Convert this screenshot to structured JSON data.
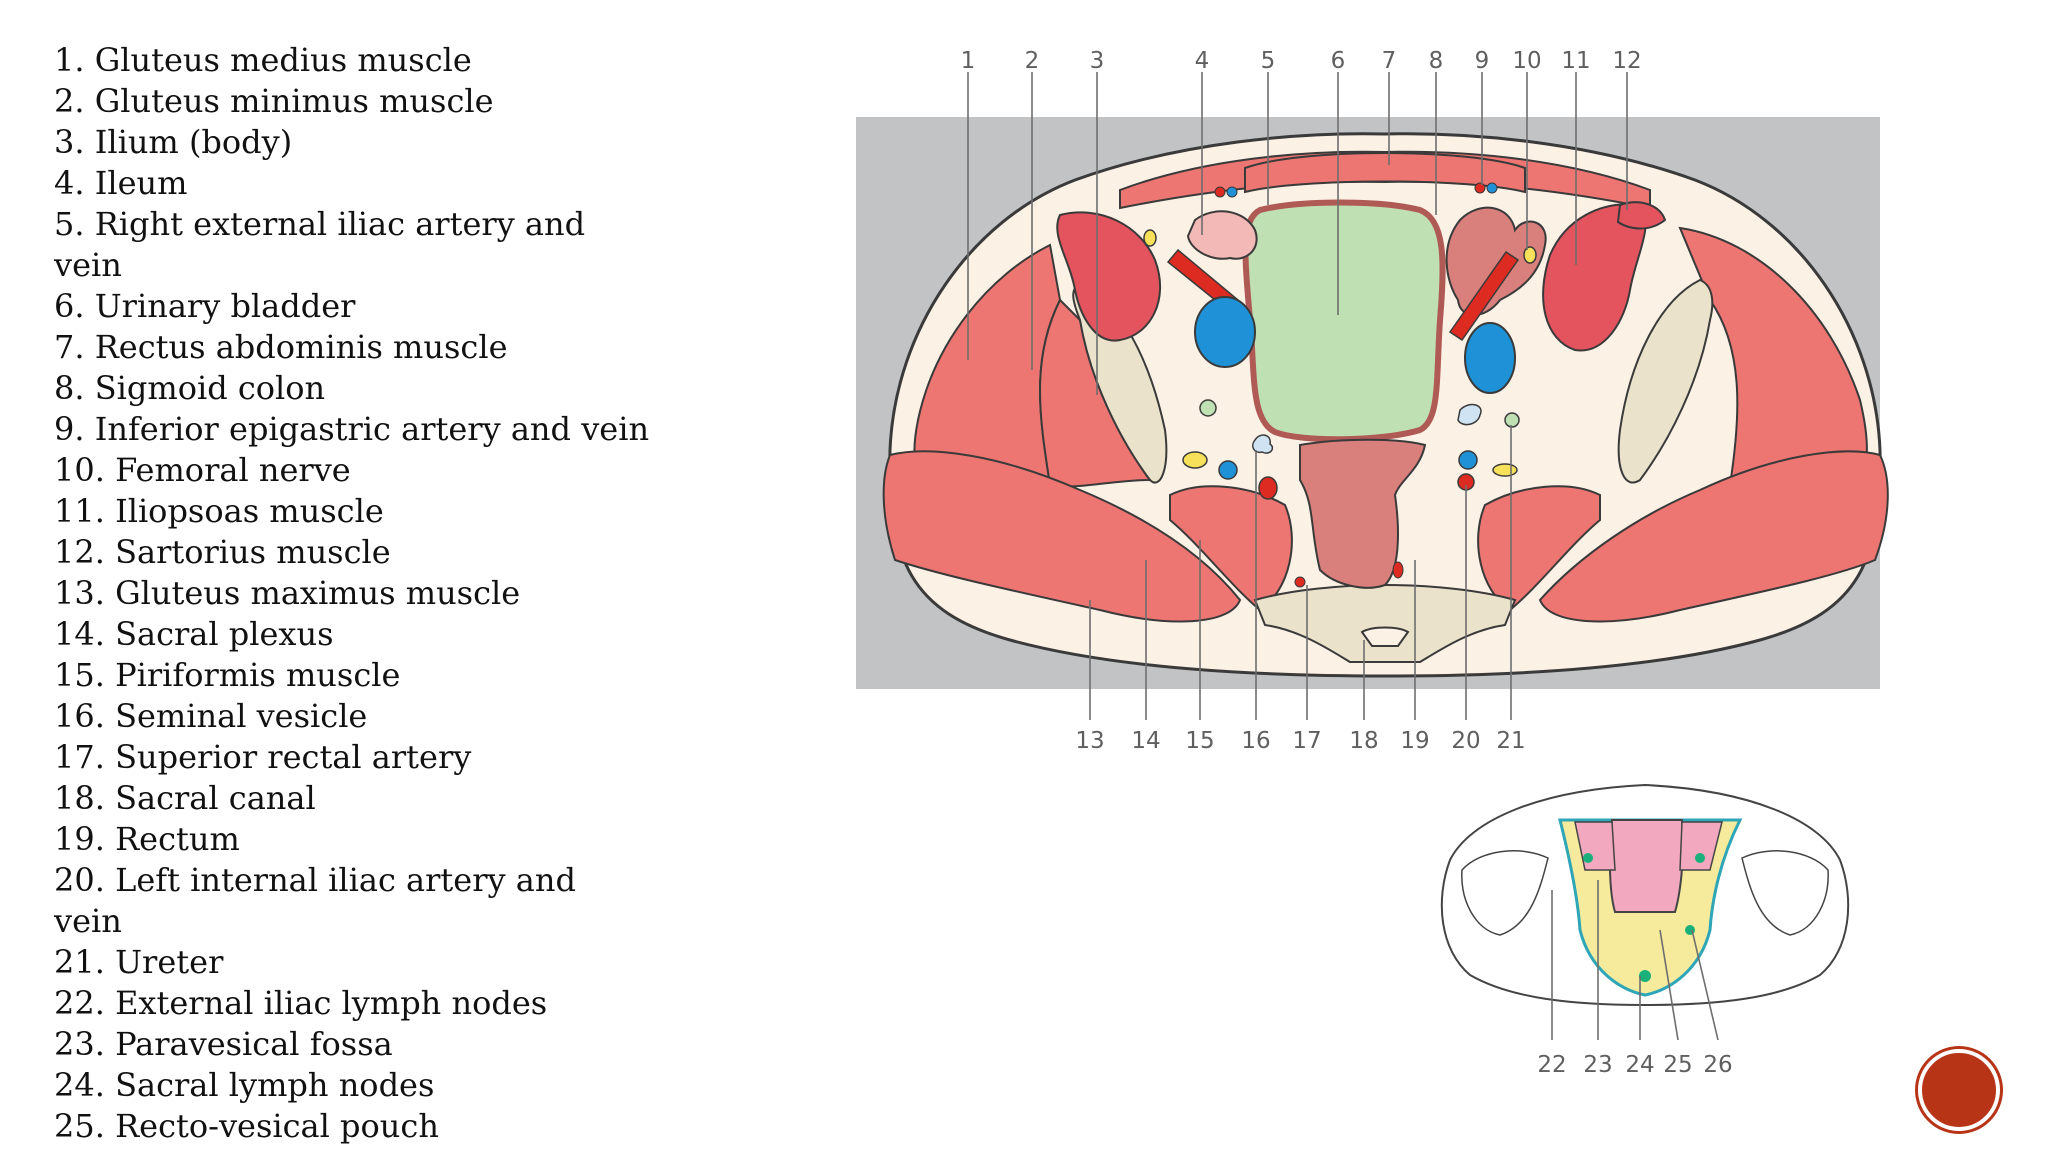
{
  "legend": [
    "1. Gluteus medius muscle",
    "2. Gluteus minimus muscle",
    "3. Ilium (body)",
    "4. Ileum",
    "5. Right external iliac artery and",
    "vein",
    "6. Urinary bladder",
    "7. Rectus abdominis muscle",
    "8. Sigmoid colon",
    "9. Inferior epigastric artery and vein",
    "10. Femoral nerve",
    "11. Iliopsoas muscle",
    "12. Sartorius muscle",
    "13. Gluteus maximus muscle",
    "14. Sacral plexus",
    "15. Piriformis muscle",
    "16. Seminal vesicle",
    "17. Superior rectal artery",
    "18. Sacral canal",
    "19. Rectum",
    "20. Left internal iliac artery and",
    "vein",
    "21. Ureter",
    "22. External iliac lymph nodes",
    "23. Paravesical fossa",
    "24. Sacral lymph nodes",
    "25. Recto-vesical pouch"
  ],
  "main_diagram": {
    "top_numbers": [
      "1",
      "2",
      "3",
      "4",
      "5",
      "6",
      "7",
      "8",
      "9",
      "10",
      "11",
      "12"
    ],
    "bottom_numbers": [
      "13",
      "14",
      "15",
      "16",
      "17",
      "18",
      "19",
      "20",
      "21"
    ]
  },
  "inset_diagram": {
    "numbers": [
      "22",
      "23",
      "24",
      "25",
      "26"
    ]
  },
  "colors": {
    "muscle": "#ee7672",
    "muscle_dark": "#e3545e",
    "bone": "#ebe2cb",
    "soft_tissue": "#fcf1e5",
    "bladder": "#bfe0b3",
    "bowel": "#d9807c",
    "artery": "#dd2b22",
    "vein": "#1f91d6",
    "nerve": "#f7e15a",
    "background_panel": "#c2c3c5",
    "inset_yellow": "#f6eb9c",
    "inset_pink": "#f2a9c0",
    "inset_outline": "#2ea6b8",
    "node": "#1bb07a",
    "nav_button": "#b73416"
  }
}
